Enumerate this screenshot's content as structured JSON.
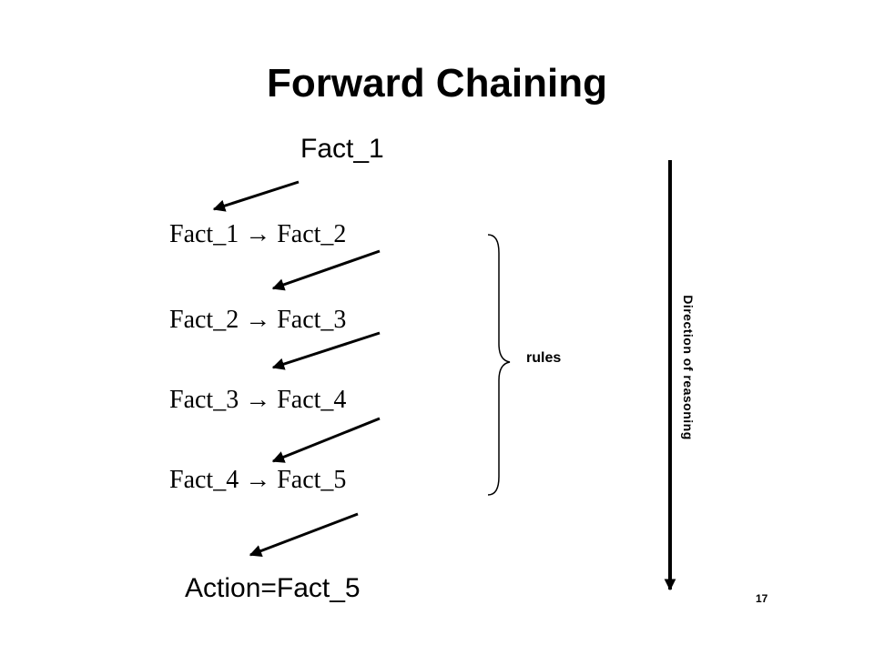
{
  "slide": {
    "title": "Forward Chaining",
    "start_fact": "Fact_1",
    "rules": [
      "Fact_1 → Fact_2",
      "Fact_2 → Fact_3",
      "Fact_3 → Fact_4",
      "Fact_4 → Fact_5"
    ],
    "action": "Action=Fact_5",
    "rules_label": "rules",
    "direction_label": "Direction of reasoning",
    "page_number": "17"
  }
}
